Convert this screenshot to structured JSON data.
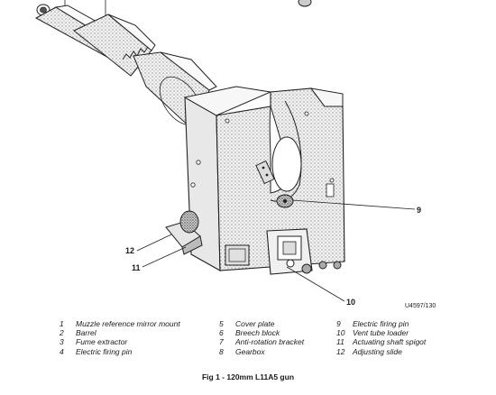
{
  "callouts": {
    "c9": "9",
    "c10": "10",
    "c11": "11",
    "c12": "12"
  },
  "drawing_id": "U4597/130",
  "legend": [
    {
      "num": "1",
      "text": "Muzzle reference mirror mount"
    },
    {
      "num": "2",
      "text": "Barrel"
    },
    {
      "num": "3",
      "text": "Fume extractor"
    },
    {
      "num": "4",
      "text": "Electric firing pin"
    },
    {
      "num": "5",
      "text": "Cover plate"
    },
    {
      "num": "6",
      "text": "Breech block"
    },
    {
      "num": "7",
      "text": "Anti-rotation bracket"
    },
    {
      "num": "8",
      "text": "Gearbox"
    },
    {
      "num": "9",
      "text": "Electric firing pin"
    },
    {
      "num": "10",
      "text": "Vent tube loader"
    },
    {
      "num": "11",
      "text": "Actuating shaft spigot"
    },
    {
      "num": "12",
      "text": "Adjusting slide"
    }
  ],
  "caption": "Fig 1 - 120mm L11A5 gun"
}
